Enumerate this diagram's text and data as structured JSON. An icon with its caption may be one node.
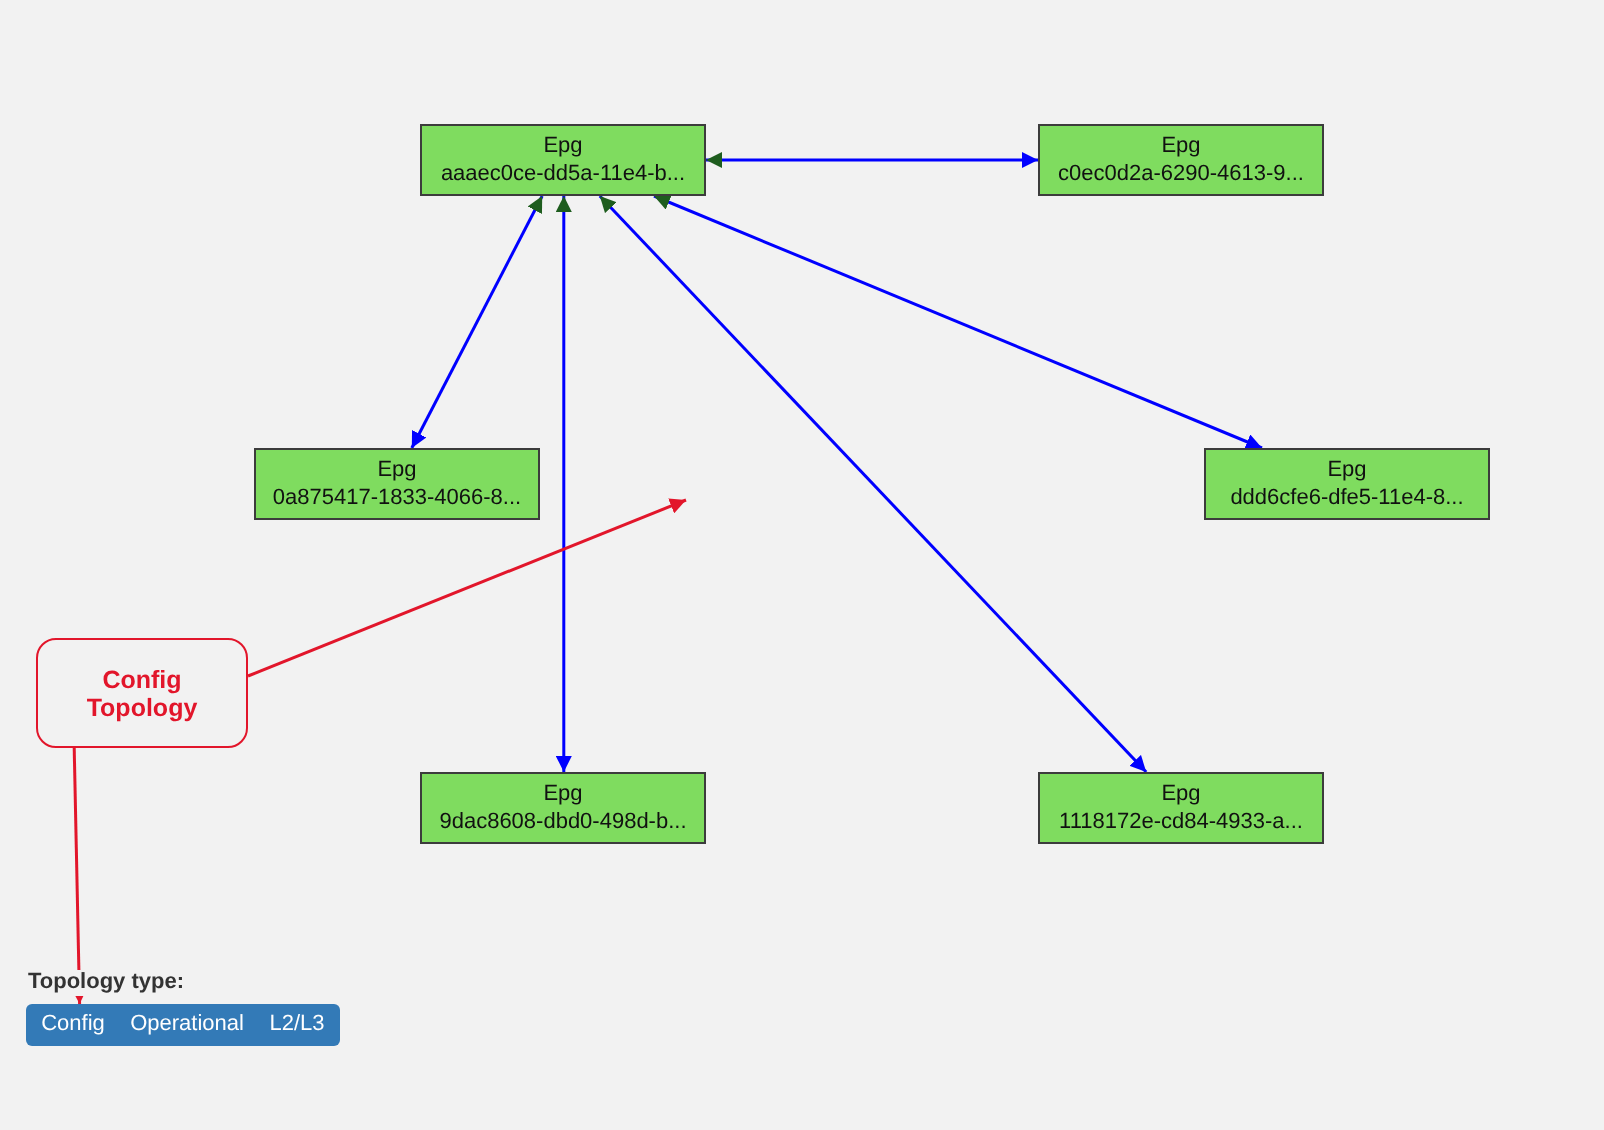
{
  "diagram": {
    "nodes": [
      {
        "text": [
          "Epg",
          "aaaec0ce-dd5a-11e4-b..."
        ]
      },
      {
        "text": [
          "Epg",
          "c0ec0d2a-6290-4613-9..."
        ]
      },
      {
        "text": [
          "Epg",
          "0a875417-1833-4066-8..."
        ]
      },
      {
        "text": [
          "Epg",
          "ddd6cfe6-dfe5-11e4-8..."
        ]
      },
      {
        "text": [
          "Epg",
          "9dac8608-dbd0-498d-b..."
        ]
      },
      {
        "text": [
          "Epg",
          "1118172e-cd84-4933-a..."
        ]
      },
      {
        "text": [
          "Config Topology"
        ]
      },
      {
        "text": [
          "Config"
        ]
      },
      {
        "text": [
          "Operational"
        ]
      },
      {
        "text": [
          "L2/L3"
        ]
      }
    ],
    "edges": [
      {
        "from": 0,
        "to": 1,
        "arrow": "both"
      },
      {
        "from": 0,
        "to": 2,
        "arrow": "both"
      },
      {
        "from": 0,
        "to": 3,
        "arrow": "both"
      },
      {
        "from": 0,
        "to": 4,
        "arrow": "both"
      },
      {
        "from": 0,
        "to": 5,
        "arrow": "both"
      },
      {
        "from": 6,
        "to": null,
        "arrow": "to",
        "color": "#e2162b"
      },
      {
        "from": 6,
        "to": 7,
        "arrow": "to",
        "color": "#e2162b"
      }
    ],
    "labels": [
      "Topology type:"
    ]
  }
}
